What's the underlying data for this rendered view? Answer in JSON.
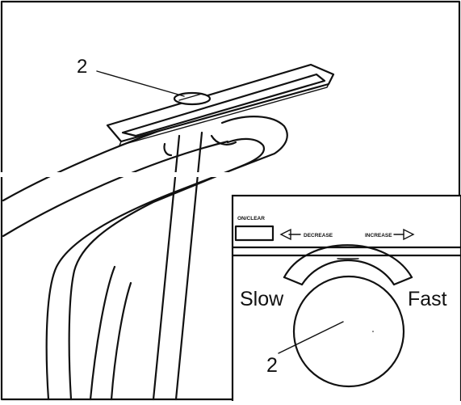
{
  "callout_top": "2",
  "callout_dial": "2",
  "panel": {
    "on_clear_label": "ON/CLEAR",
    "decrease_label": "DECREASE",
    "increase_label": "INCREASE",
    "slow_label": "Slow",
    "fast_label": "Fast"
  }
}
